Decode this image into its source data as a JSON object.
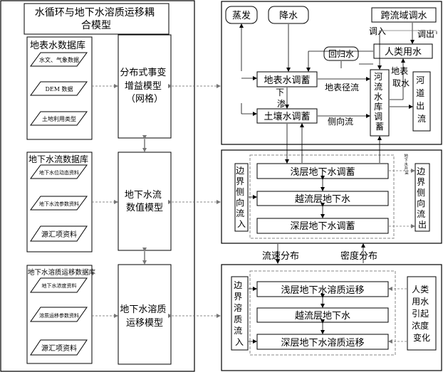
{
  "left_panel": {
    "model_title": [
      "水循环与地下水溶质运移耦",
      "合模型"
    ],
    "surface_db": {
      "title": "地表水数据库",
      "items": [
        "水文、气象数据",
        "DEM 数据",
        "土地利用类型"
      ]
    },
    "distributed_model": [
      "分布式事变",
      "增益模型",
      "（网格）"
    ],
    "groundwater_db": {
      "title": "地下水流数据库",
      "items": [
        "地下水位动态资料",
        "地下水流参数资料",
        "源汇项资料"
      ]
    },
    "flow_model": [
      "地下水流",
      "数值模型"
    ],
    "solute_db": {
      "title": "地下水溶质运移数据库",
      "items": [
        "地下水浓度资料",
        "溶质运移参数资料",
        "源汇项资料"
      ]
    },
    "solute_model": [
      "地下水溶质",
      "运移模型"
    ]
  },
  "surface_panel": {
    "evaporation": "蒸发",
    "precipitation": "降水",
    "inter_basin_transfer": "跨流域调水",
    "transfer_in": "调入",
    "transfer_out": "调出",
    "human_use": "人类用水",
    "return_water": "回归水",
    "surface_storage": "地表水调蓄",
    "surface_runoff": "地表径流",
    "infiltration": [
      "下",
      "渗"
    ],
    "soil_storage": "土壤水调蓄",
    "lateral_flow": "侧向流",
    "river_reservoir": [
      "河",
      "流",
      "水",
      "库",
      "调",
      "蓄"
    ],
    "surface_intake": [
      "地表",
      "取水"
    ],
    "river_outflow": [
      "河",
      "道",
      "出",
      "流"
    ]
  },
  "groundwater_panel": {
    "boundary_inflow": [
      "边",
      "界",
      "侧",
      "向",
      "流",
      "入"
    ],
    "shallow": "浅层地下水调蓄",
    "leakage": "越流层地下水",
    "deep": "深层地下水调蓄",
    "boundary_outflow": [
      "边",
      "界",
      "侧",
      "向",
      "流",
      "出"
    ],
    "extraction": [
      "地",
      "下",
      "水",
      "开",
      "采"
    ]
  },
  "link_labels": {
    "velocity": "流速分布",
    "density": "密度分布"
  },
  "solute_panel": {
    "boundary_inflow": [
      "边",
      "界",
      "溶",
      "质",
      "流",
      "入"
    ],
    "shallow": "浅层地下水溶质运移",
    "leakage": "越流层地下水",
    "deep": "深层地下水溶质运移",
    "human_caused": [
      "人类",
      "用水",
      "引起",
      "浓度",
      "变化"
    ]
  }
}
